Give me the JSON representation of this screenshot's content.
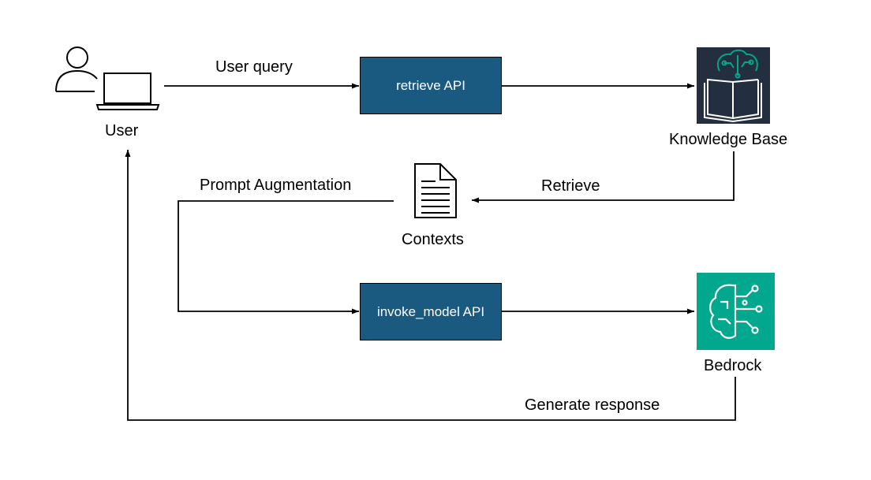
{
  "nodes": {
    "user": {
      "label": "User"
    },
    "retrieve_api": {
      "label": "retrieve API"
    },
    "knowledge_base": {
      "label": "Knowledge Base"
    },
    "contexts": {
      "label": "Contexts"
    },
    "invoke_model_api": {
      "label": "invoke_model API"
    },
    "bedrock": {
      "label": "Bedrock"
    }
  },
  "edges": {
    "user_query": "User query",
    "retrieve": "Retrieve",
    "prompt_augmentation": "Prompt Augmentation",
    "generate_response": "Generate response"
  },
  "colors": {
    "api_box": "#1b5a80",
    "kb_tile": "#232f3e",
    "kb_accent": "#01a88d",
    "bedrock_tile": "#01a88d",
    "lines": "#000000"
  },
  "icons": {
    "user": "person-laptop-icon",
    "knowledge_base": "brain-book-icon",
    "contexts": "document-icon",
    "bedrock": "brain-circuit-icon"
  }
}
